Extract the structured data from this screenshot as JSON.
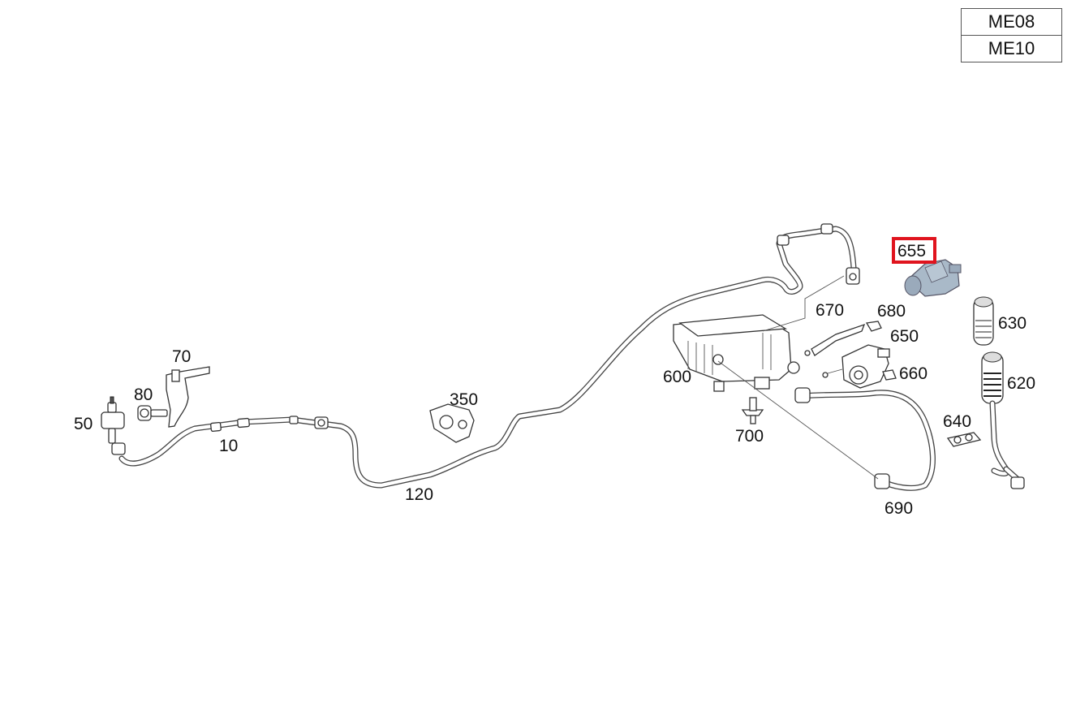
{
  "variant_codes": [
    "ME08",
    "ME10"
  ],
  "highlighted_part": "655",
  "callouts": {
    "p10": "10",
    "p50": "50",
    "p70": "70",
    "p80": "80",
    "p120": "120",
    "p350": "350",
    "p600": "600",
    "p620": "620",
    "p630": "630",
    "p640": "640",
    "p650": "650",
    "p655": "655",
    "p660": "660",
    "p670": "670",
    "p680": "680",
    "p690": "690",
    "p700": "700"
  },
  "colors": {
    "highlight": "#e0141e",
    "highlighted_part_fill": "#a9b9c8"
  }
}
